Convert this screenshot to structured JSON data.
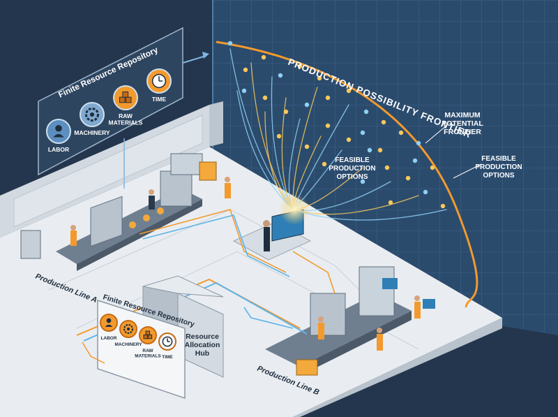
{
  "panel_top": {
    "title": "Finite Resource Repository",
    "items": [
      {
        "label": "LABOR",
        "icon": "worker-icon"
      },
      {
        "label": "MACHINERY",
        "icon": "gear-icon"
      },
      {
        "label": "RAW\nMATERIALS",
        "icon": "boxes-icon"
      },
      {
        "label": "TIME",
        "icon": "clock-icon"
      }
    ]
  },
  "panel_hub": {
    "title": "Finite Resource Repository",
    "items": [
      {
        "label": "LABOR",
        "icon": "worker-icon"
      },
      {
        "label": "MACHINERY",
        "icon": "gear-icon"
      },
      {
        "label": "RAW\nMATERIALS",
        "icon": "boxes-icon"
      },
      {
        "label": "TIME",
        "icon": "clock-icon"
      }
    ],
    "hub_label": "Resource\nAllocation\nHub"
  },
  "frontier": {
    "title": "PRODUCTION POSSIBILITY FRONTIER",
    "max_label": "MAXIMUM\nPOTENTIAL\nFRONTIER",
    "feasible_label_inner": "FEASIBLE\nPRODUCTION\nOPTIONS",
    "feasible_label_outer": "FEASIBLE\nPRODUCTION\nOPTIONS"
  },
  "lines": {
    "line_a": "Production Line A",
    "line_b": "Production Line B"
  },
  "colors": {
    "background": "#24364d",
    "accent_orange": "#f39a2e",
    "accent_blue": "#5fb4e8",
    "floor": "#e9edf1",
    "panel": "#2e4560"
  }
}
